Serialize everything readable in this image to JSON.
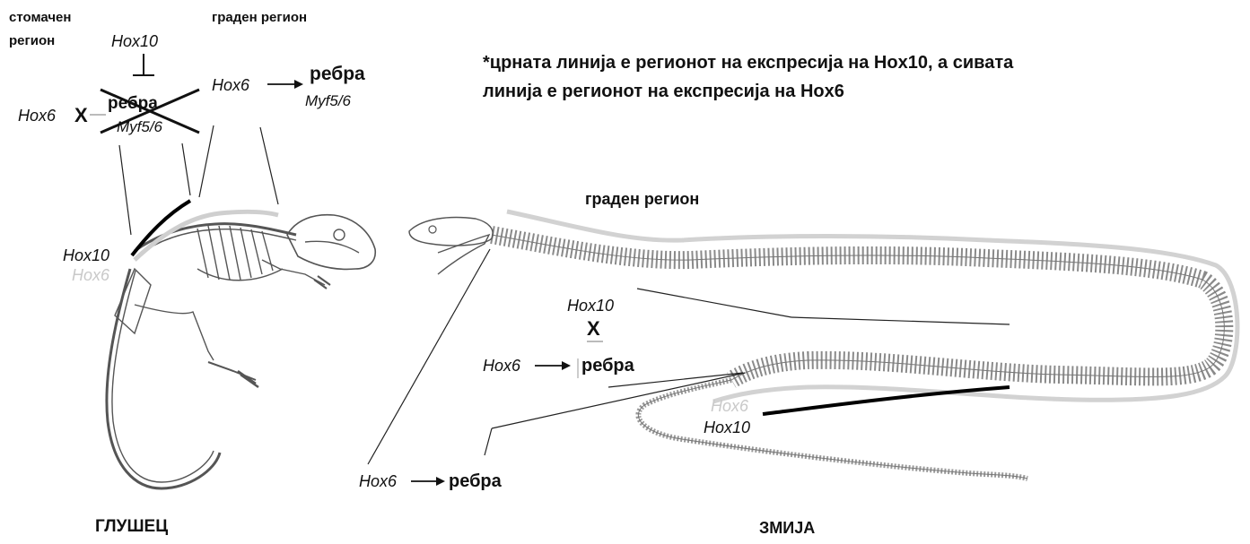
{
  "mouse": {
    "label_abdominal": "стомачен",
    "label_abdominal_2": "регион",
    "label_thoracic": "граден регион",
    "hox10_top": "Hox10",
    "hox6_left": "Hox6",
    "x_mark": "X",
    "crossed_ribs": "ребра",
    "crossed_myf": "Myf5/6",
    "hox6_thoracic": "Hox6",
    "ribs_thoracic": "ребра",
    "myf_thoracic": "Myf5/6",
    "hox10_body": "Hox10",
    "hox6_body": "Hox6",
    "caption": "ГЛУШЕЦ"
  },
  "note": {
    "line1": "*црната линија е регионот на експресија на Hox10, а сивата",
    "line2": "линија е регионот на експресија на Hox6"
  },
  "snake": {
    "label_thoracic": "граден регион",
    "hox10_mid": "Hox10",
    "x_mark": "X",
    "hox6_mid": "Hox6",
    "ribs_mid": "ребра",
    "hox6_bottom": "Hox6",
    "ribs_bottom": "ребра",
    "hox6_body": "Hox6",
    "hox10_body": "Hox10",
    "caption": "ЗМИЈА"
  },
  "colors": {
    "hox10_line": "#000000",
    "hox6_line": "#cfcfcf",
    "skeleton": "#555555"
  }
}
